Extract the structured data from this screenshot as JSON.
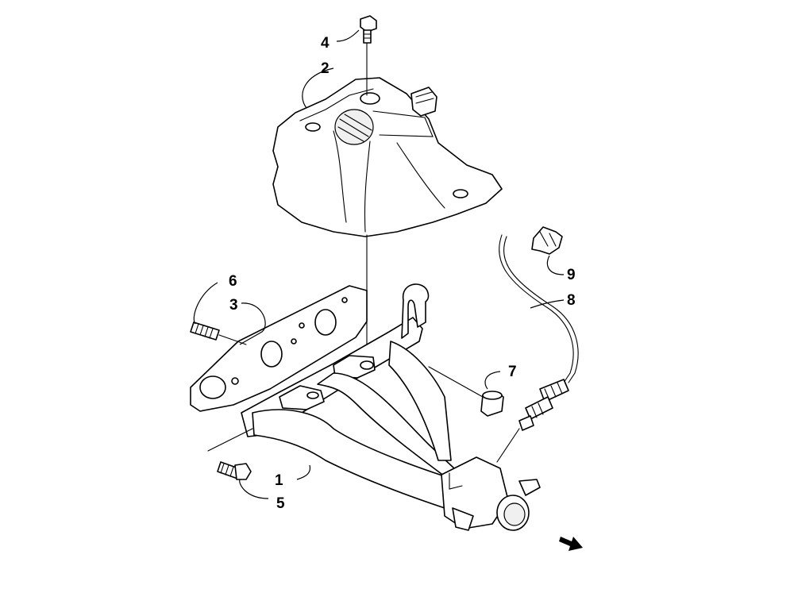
{
  "callouts": [
    {
      "id": "1",
      "label": "1"
    },
    {
      "id": "2",
      "label": "2"
    },
    {
      "id": "3",
      "label": "3"
    },
    {
      "id": "4",
      "label": "4"
    },
    {
      "id": "5",
      "label": "5"
    },
    {
      "id": "6",
      "label": "6"
    },
    {
      "id": "7",
      "label": "7"
    },
    {
      "id": "8",
      "label": "8"
    },
    {
      "id": "9",
      "label": "9"
    }
  ],
  "icons": {
    "direction": "direction-arrow-icon"
  },
  "colors": {
    "line": "#000000",
    "background": "#ffffff"
  }
}
